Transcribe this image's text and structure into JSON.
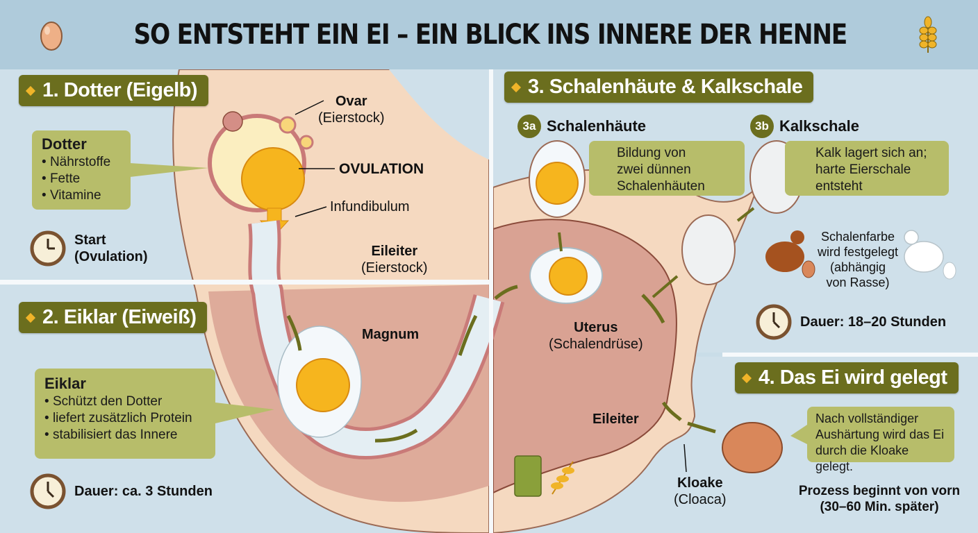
{
  "header": {
    "title": "SO ENTSTEHT EIN EI – EIN BLICK INS INNERE DER HENNE",
    "left_icon": "egg-icon",
    "right_icon": "wheat-icon"
  },
  "colors": {
    "header_bg": "#afcbdb",
    "panel_bg": "#cfe0ea",
    "section_head_bg": "#6b6e1e",
    "callout_bg": "#b7bd6a",
    "diamond": "#f0b429",
    "tissue": "#f5d9c0",
    "organ": "#d9a293",
    "yolk": "#f6b51e",
    "arrow": "#6b6e1e"
  },
  "section1": {
    "heading": "1. Dotter (Eigelb)",
    "callout": {
      "title": "Dotter",
      "items": [
        "Nährstoffe",
        "Fette",
        "Vitamine"
      ]
    },
    "clock": {
      "line1": "Start",
      "line2": "(Ovulation)"
    }
  },
  "section2": {
    "heading": "2. Eiklar (Eiweiß)",
    "callout": {
      "title": "Eiklar",
      "items": [
        "Schützt den Dotter",
        "liefert zusätzlich Protein",
        "stabilisiert das Innere"
      ]
    },
    "clock": {
      "text": "Dauer: ca. 3 Stunden"
    }
  },
  "section3": {
    "heading": "3. Schalenhäute & Kalkschale",
    "sub_a": {
      "badge": "3a",
      "title": "Schalenhäute",
      "text": [
        "Bildung von",
        "zwei dünnen",
        "Schalenhäuten"
      ]
    },
    "sub_b": {
      "badge": "3b",
      "title": "Kalkschale",
      "text": [
        "Kalk lagert sich an;",
        "harte Eierschale",
        "entsteht"
      ]
    },
    "shell_color": [
      "Schalenfarbe",
      "wird festgelegt",
      "(abhängig",
      "von Rasse)"
    ],
    "clock": {
      "text": "Dauer: 18–20 Stunden"
    }
  },
  "section4": {
    "heading": "4. Das Ei wird gelegt",
    "callout": [
      "Nach vollständiger",
      "Aushärtung wird das Ei",
      "durch die Kloake gelegt."
    ],
    "restart": [
      "Prozess beginnt von vorn",
      "(30–60 Min. später)"
    ]
  },
  "anatomy": {
    "ovar": {
      "name": "Ovar",
      "sub": "(Eierstock)"
    },
    "ovulation": "OVULATION",
    "infundibulum": "Infundibulum",
    "eileiter_top": {
      "name": "Eileiter",
      "sub": "(Eierstock)"
    },
    "magnum": "Magnum",
    "uterus": {
      "name": "Uterus",
      "sub": "(Schalendrüse)"
    },
    "eileiter_bottom": "Eileiter",
    "kloake": {
      "name": "Kloake",
      "sub": "(Cloaca)"
    }
  }
}
